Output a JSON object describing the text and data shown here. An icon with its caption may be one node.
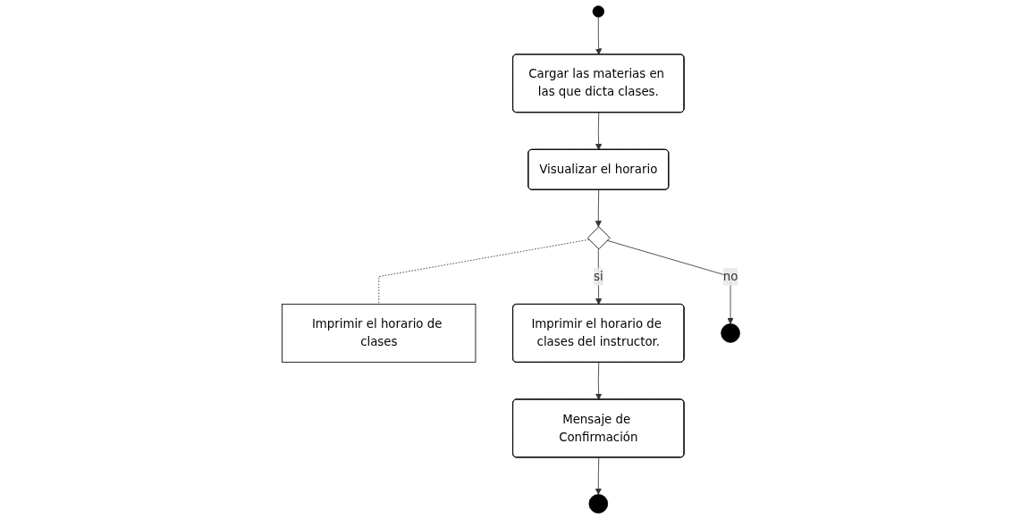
{
  "diagram": {
    "nodes": [
      {
        "text": [],
        "shape": "circle"
      },
      {
        "text": [
          "Cargar las materias en las que dicta clases."
        ]
      },
      {
        "text": [
          "Visualizar el horario"
        ]
      },
      {
        "text": [],
        "shape": "diamond"
      },
      {
        "text": [
          "Imprimir el horario de clases"
        ]
      },
      {
        "text": [
          "Imprimir el horario de clases del instructor."
        ]
      },
      {
        "text": [
          "Mensaje de Confirmación"
        ]
      },
      {
        "text": [],
        "shape": "circle"
      },
      {
        "text": [],
        "shape": "circle"
      }
    ],
    "edges": [
      {
        "from": 0,
        "to": 1,
        "arrow": "to"
      },
      {
        "from": 1,
        "to": 2,
        "arrow": "to"
      },
      {
        "from": 2,
        "to": 3,
        "arrow": "to"
      },
      {
        "from": 3,
        "to": 4,
        "arrow": "none",
        "style": "dashed"
      },
      {
        "from": 3,
        "to": 5,
        "arrow": "to",
        "label": "si"
      },
      {
        "from": 5,
        "to": 6,
        "arrow": "to"
      },
      {
        "from": 6,
        "to": 7,
        "arrow": "to"
      },
      {
        "from": 3,
        "to": 8,
        "arrow": "to",
        "label": "no"
      }
    ]
  }
}
